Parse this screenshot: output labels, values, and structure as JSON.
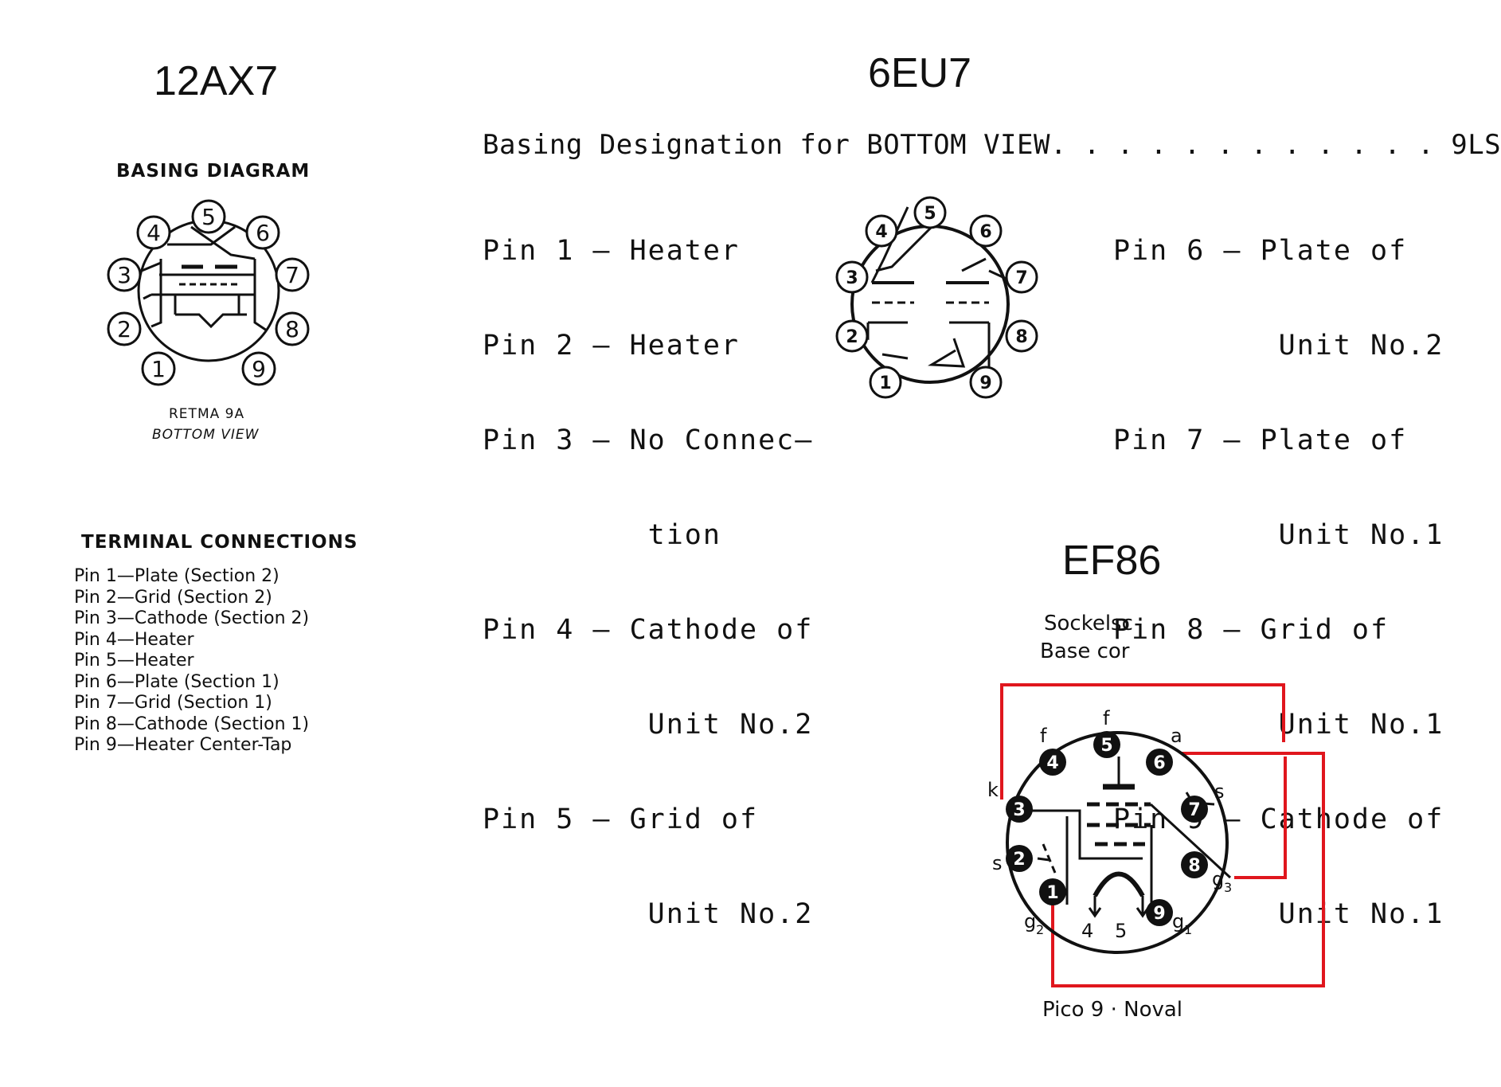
{
  "tube_12ax7": {
    "title": "12AX7",
    "diagram_heading": "BASING DIAGRAM",
    "caption_line1": "RETMA 9A",
    "caption_line2": "BOTTOM VIEW",
    "pins": [
      "1",
      "2",
      "3",
      "4",
      "5",
      "6",
      "7",
      "8",
      "9"
    ],
    "terminal_heading": "TERMINAL CONNECTIONS",
    "terminal_connections": [
      "Pin 1—Plate (Section 2)",
      "Pin 2—Grid (Section 2)",
      "Pin 3—Cathode (Section 2)",
      "Pin 4—Heater",
      "Pin 5—Heater",
      "Pin 6—Plate (Section 1)",
      "Pin 7—Grid (Section 1)",
      "Pin 8—Cathode (Section 1)",
      "Pin 9—Heater Center-Tap"
    ]
  },
  "tube_6eu7": {
    "title": "6EU7",
    "basing_line": "Basing Designation for BOTTOM VIEW. . . . . . . . . . . . 9LS",
    "pins": [
      "1",
      "2",
      "3",
      "4",
      "5",
      "6",
      "7",
      "8",
      "9"
    ],
    "left_pins": [
      "Pin 1 – Heater",
      "Pin 2 – Heater",
      "Pin 3 – No Connec–",
      "         tion",
      "Pin 4 – Cathode of",
      "         Unit No.2",
      "Pin 5 – Grid of",
      "         Unit No.2"
    ],
    "right_pins": [
      "Pin 6 – Plate of",
      "         Unit No.2",
      "Pin 7 – Plate of",
      "         Unit No.1",
      "Pin 8 – Grid of",
      "         Unit No.1",
      "Pin 9 – Cathode of",
      "         Unit No.1"
    ]
  },
  "tube_ef86": {
    "title": "EF86",
    "base_line1": "Sockelsc",
    "base_line2": "Base cor",
    "footer": "Pico 9 · Noval",
    "pins": [
      "1",
      "2",
      "3",
      "4",
      "5",
      "6",
      "7",
      "8",
      "9"
    ],
    "electrode_labels": {
      "f_top": "f",
      "f_left": "f",
      "a": "a",
      "k": "k",
      "s_right": "s",
      "s_left": "s",
      "g3": "g",
      "g3_sub": "3",
      "g2": "g",
      "g2_sub": "2",
      "g1": "g",
      "g1_sub": "1",
      "heater_4": "4",
      "heater_5": "5"
    },
    "wire_color": "#e0161d"
  }
}
